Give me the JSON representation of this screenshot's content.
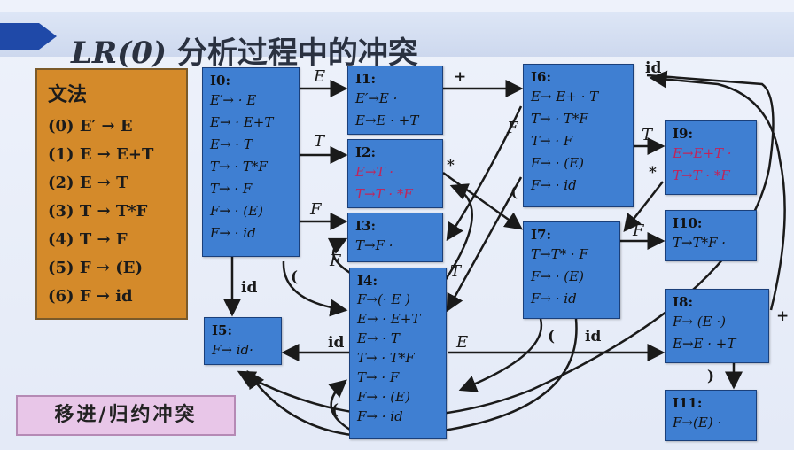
{
  "title": {
    "prefix": "LR(0)",
    "text": " 分析过程中的冲突"
  },
  "grammar": {
    "heading": "文法",
    "rules": [
      "(0) E′ → E",
      "(1) E → E+T",
      "(2) E → T",
      "(3) T → T*F",
      "(4) T → F",
      "(5) F → (E)",
      "(6) F → id"
    ]
  },
  "conflict_label": "移进/归约冲突",
  "states": [
    {
      "id": "I0",
      "header": "I0:",
      "items": [
        "E′→ · E",
        "E→ · E+T",
        "E→ · T",
        "T→ · T*F",
        "T→ · F",
        "F→ · (E)",
        "F→ · id"
      ]
    },
    {
      "id": "I1",
      "header": "I1:",
      "items": [
        "E′→E ·",
        "E→E · +T"
      ]
    },
    {
      "id": "I2",
      "header": "I2:",
      "items": [
        "E→T ·",
        "T→T · *F"
      ],
      "conflict": true
    },
    {
      "id": "I3",
      "header": "I3:",
      "items": [
        "T→F ·"
      ]
    },
    {
      "id": "I4",
      "header": "I4:",
      "items": [
        "F→(· E )",
        "E→ · E+T",
        "E→ · T",
        "T→ · T*F",
        "T→ · F",
        "F→ · (E)",
        "F→ · id"
      ]
    },
    {
      "id": "I5",
      "header": "I5:",
      "items": [
        "F→ id·"
      ]
    },
    {
      "id": "I6",
      "header": "I6:",
      "items": [
        "E→ E+ · T",
        "T→ · T*F",
        "T→ · F",
        "F→ · (E)",
        "F→ · id"
      ]
    },
    {
      "id": "I7",
      "header": "I7:",
      "items": [
        "T→T* · F",
        "F→ · (E)",
        "F→ · id"
      ]
    },
    {
      "id": "I8",
      "header": "I8:",
      "items": [
        "F→ (E ·)",
        "E→E · +T"
      ]
    },
    {
      "id": "I9",
      "header": "I9:",
      "items": [
        "E→E+T ·",
        "T→T · *F"
      ],
      "conflict": true
    },
    {
      "id": "I10",
      "header": "I10:",
      "items": [
        "T→T*F ·"
      ]
    },
    {
      "id": "I11",
      "header": "I11:",
      "items": [
        "F→(E) ·"
      ]
    }
  ],
  "edge_labels": {
    "e_i0_i1": "E",
    "t_i0_i2": "T",
    "f_i0_i3": "F",
    "id_i0_i5": "id",
    "lp_i0_i4": "(",
    "plus_i1_i6": "+",
    "star_i2_i7": "*",
    "f_i4_i3": "F",
    "t_i4_i2": "T",
    "id_i4_i5": "id",
    "e_i4_i8": "E",
    "lp_i4_i4": "(",
    "id_i6_i5": "id",
    "f_i6_i3": "F",
    "lp_i6_i4": "(",
    "t_i6_i9": "T",
    "star_i9_i7": "*",
    "f_i7_i10": "F",
    "lp_i7_i4": "(",
    "id_i7_i5": "id",
    "rp_i8_i11": ")",
    "plus_i8_i6": "+"
  },
  "colors": {
    "state_fill": "#3f7fd2",
    "conflict_text": "#c0245a",
    "grammar_fill": "#d48a2a",
    "conflict_box": "#e8c6e8"
  }
}
